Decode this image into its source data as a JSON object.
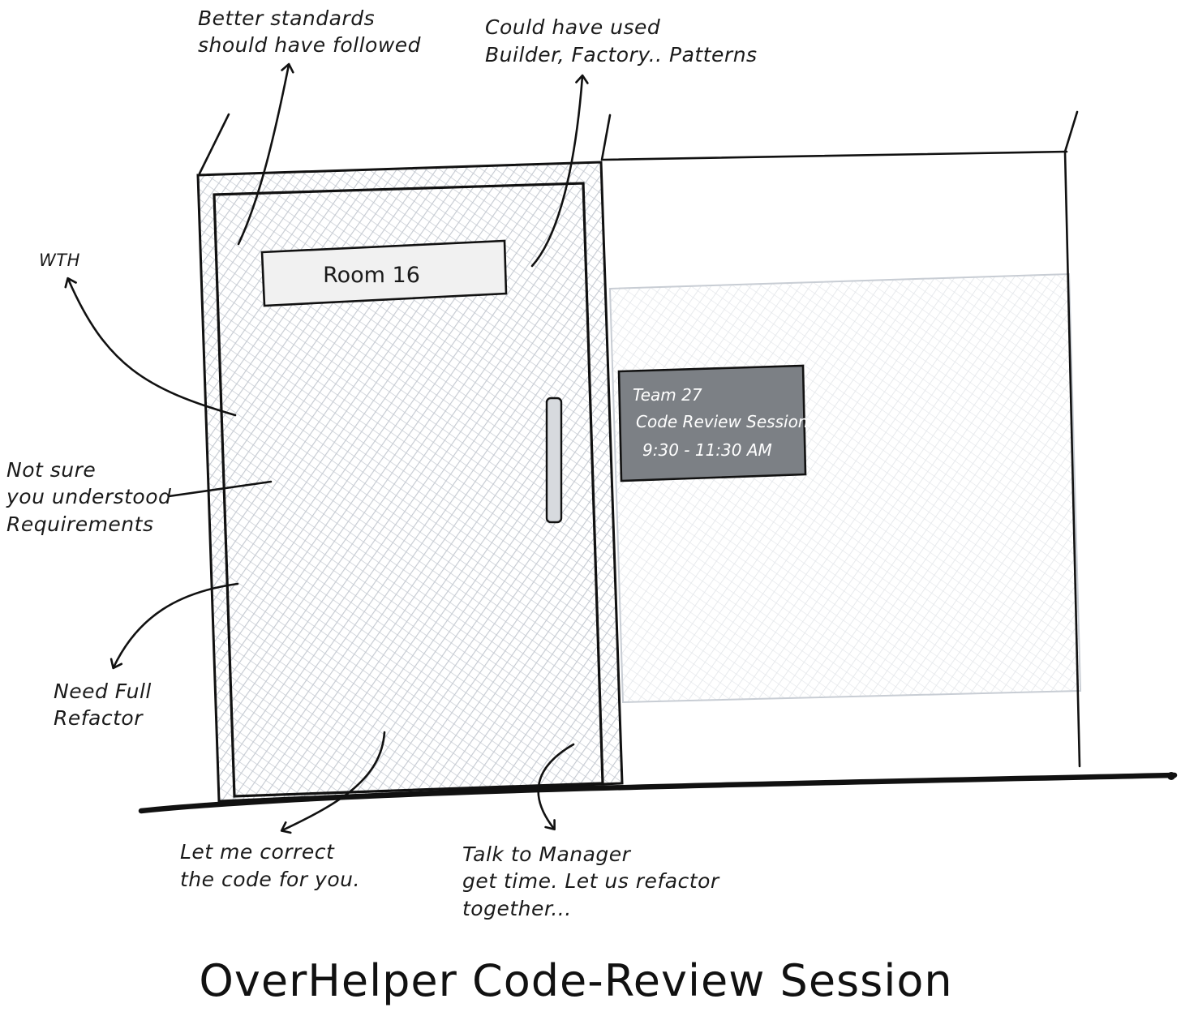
{
  "colors": {
    "ink": "#111111",
    "door_fill": "#d6dae0",
    "window_fill": "#eceef1",
    "panel_fill": "#7c8085",
    "sign_fill": "#f1f1f1"
  },
  "door_sign": {
    "text": "Room 16"
  },
  "schedule_panel": {
    "team": "Team 27",
    "session": "Code Review Session",
    "time": "9:30 - 11:30 AM"
  },
  "annotations": {
    "top_left": {
      "line1": "Better standards",
      "line2": "should have followed"
    },
    "top_right": {
      "line1": "Could have used",
      "line2": "Builder, Factory.. Patterns"
    },
    "wth": {
      "line1": "WTH"
    },
    "requirements": {
      "line1": "Not sure",
      "line2": "you understood",
      "line3": "Requirements"
    },
    "refactor": {
      "line1": "Need Full",
      "line2": "Refactor"
    },
    "correct": {
      "line1": "Let me correct",
      "line2": "the code for you."
    },
    "manager": {
      "line1": "Talk to Manager",
      "line2": "get time. Let us refactor",
      "line3": "together..."
    }
  },
  "title": "OverHelper Code-Review Session"
}
